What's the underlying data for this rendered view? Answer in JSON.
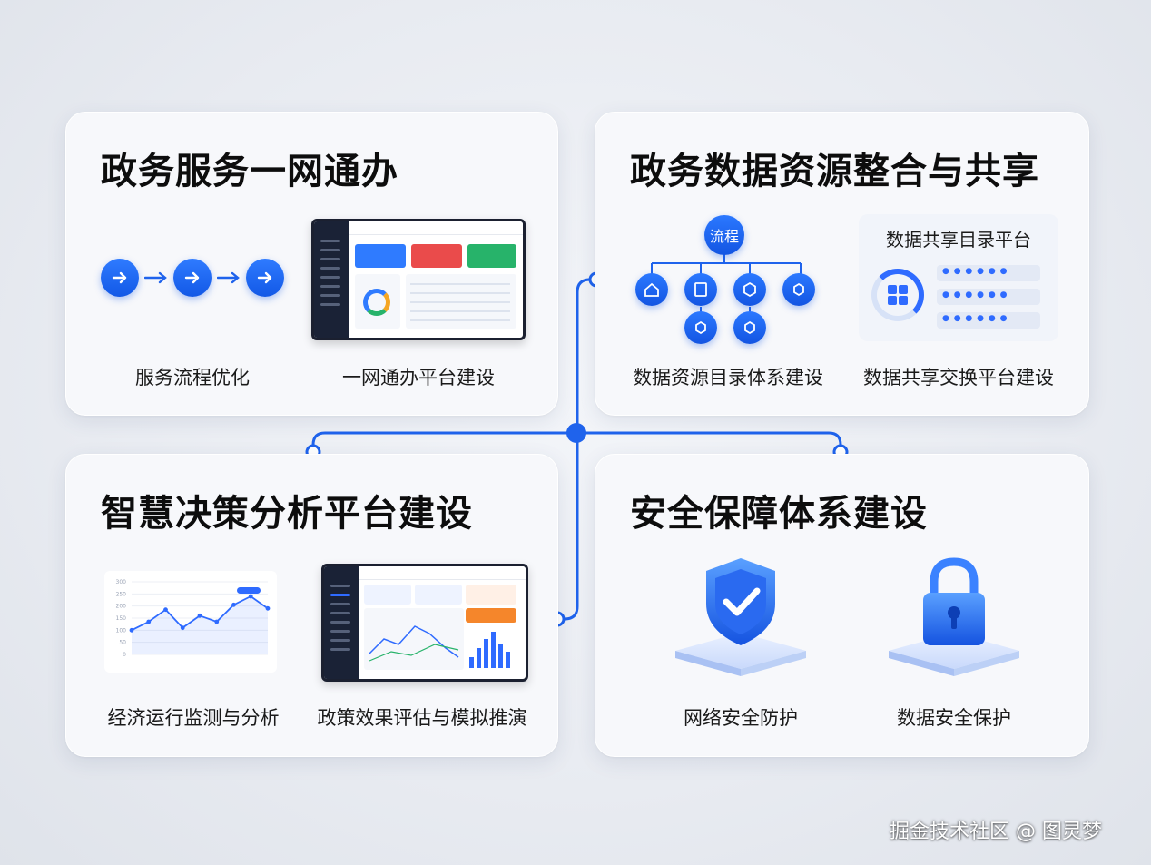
{
  "cards": [
    {
      "title": "政务服务一网通办",
      "items": [
        "服务流程优化",
        "一网通办平台建设"
      ]
    },
    {
      "title": "政务数据资源整合与共享",
      "items": [
        "数据资源目录体系建设",
        "数据共享交换平台建设"
      ],
      "tree_root": "流程",
      "share_panel_title": "数据共享目录平台"
    },
    {
      "title": "智慧决策分析平台建设",
      "items": [
        "经济运行监测与分析",
        "政策效果评估与模拟推演"
      ]
    },
    {
      "title": "安全保障体系建设",
      "items": [
        "网络安全防护",
        "数据安全保护"
      ]
    }
  ],
  "chart_data": {
    "type": "line",
    "title": "",
    "xlabel": "",
    "ylabel": "",
    "x": [
      "",
      "",
      "",
      "",
      "",
      "",
      "",
      "",
      ""
    ],
    "y_ticks": [
      "300",
      "250",
      "200",
      "150",
      "100",
      "50",
      "0"
    ],
    "series": [
      {
        "values": [
          100,
          135,
          185,
          110,
          160,
          135,
          205,
          240,
          190
        ]
      }
    ],
    "ylim": [
      0,
      300
    ],
    "grid": true
  },
  "watermark": "掘金技术社区 @ 图灵梦",
  "colors": {
    "accent": "#1a5ff0",
    "card_bg": "#f7f8fb",
    "dark_panel": "#1a2236"
  },
  "icons": [
    "arrow-right-icon",
    "home-icon",
    "document-icon",
    "hexagon-icon",
    "shield-check-icon",
    "padlock-icon",
    "grid-icon"
  ]
}
